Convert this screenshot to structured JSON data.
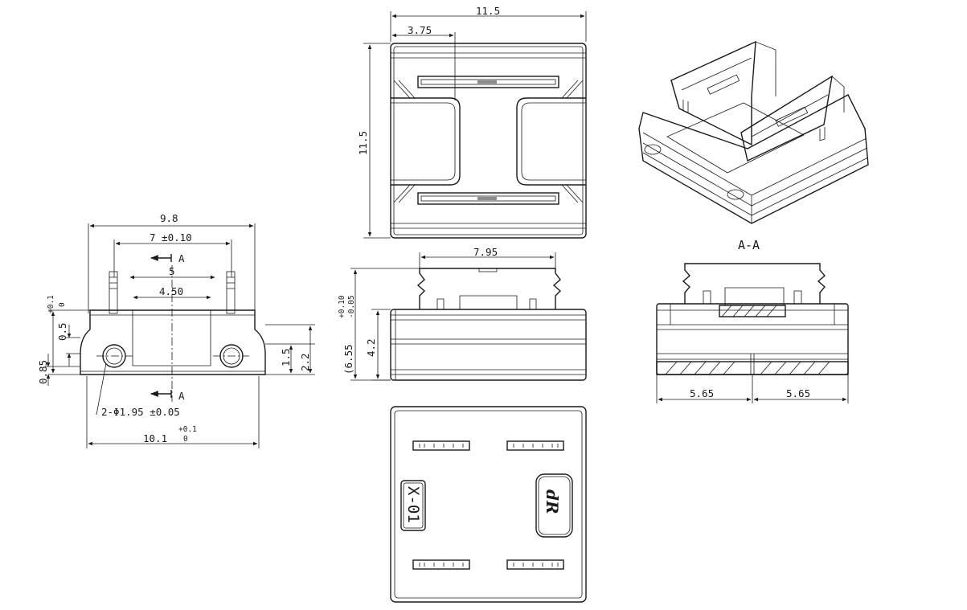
{
  "top_view": {
    "width": "11.5",
    "height": "11.5",
    "offset": "3.75"
  },
  "front_view": {
    "width": "9.8",
    "pin_pitch": "7 ±0.10",
    "inner_5": "5",
    "inner_450": "4.50",
    "section_top": "A",
    "section_bottom": "A",
    "hole_spec": "2-Φ1.95 ±0.05",
    "base_width": "10.1",
    "base_tol_upper": "+0.1",
    "base_tol_lower": "0",
    "left_05": "0.5",
    "left_05_tol_upper": "+0.1",
    "left_05_tol_lower": "0",
    "left_085": "0.85",
    "right_15": "1.5",
    "right_22": "2.2"
  },
  "side_view": {
    "top_width": "7.95",
    "height_42": "4.2",
    "height_655": "(6.55",
    "tol_upper": "+0.10",
    "tol_lower": "-0.05"
  },
  "section_view": {
    "title": "A-A",
    "left_half": "5.65",
    "right_half": "5.65"
  },
  "bottom_view": {
    "part_label": "X-01",
    "logo": "dR"
  }
}
